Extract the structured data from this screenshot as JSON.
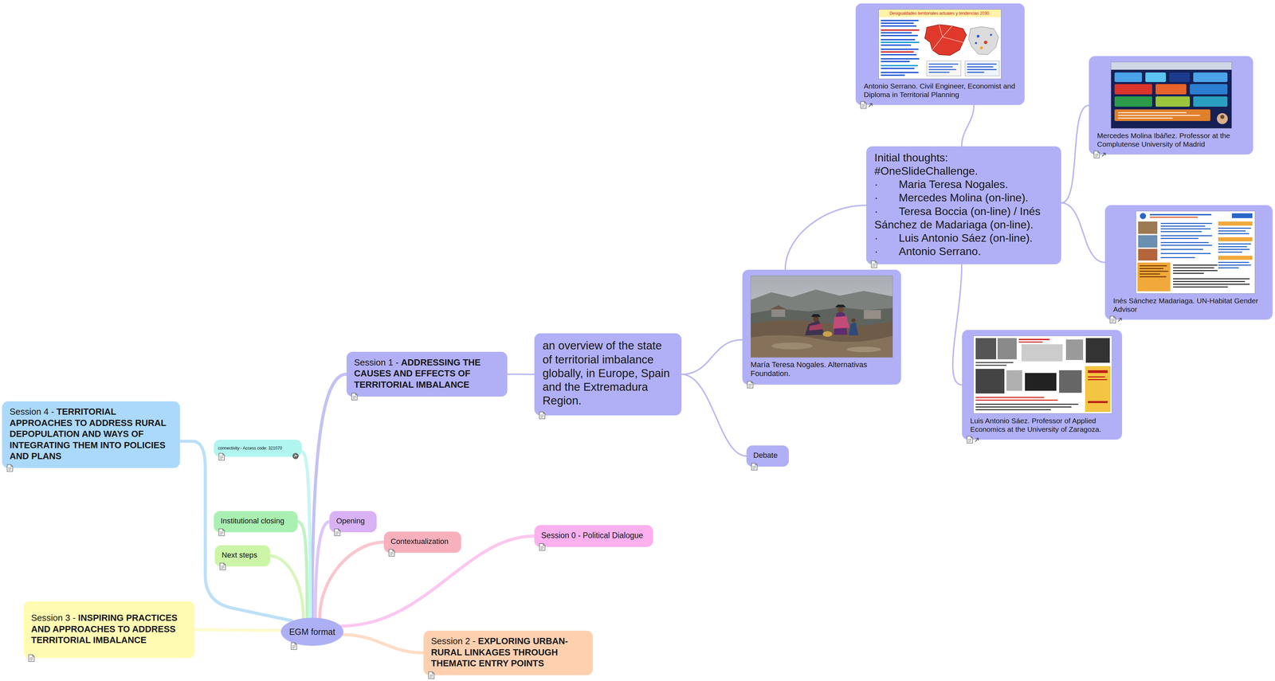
{
  "diagram": {
    "nodes": [
      {
        "text": [
          "EGM format"
        ]
      },
      {
        "text": [
          "Session 1 -",
          "ADDRESSING THE CAUSES AND EFFECTS OF TERRITORIAL IMBALANCE"
        ]
      },
      {
        "text": [
          "an overview of the state of territorial imbalance globally, in Europe, Spain and the Extremadura Region."
        ]
      },
      {
        "text": [
          "María Teresa Nogales. Alternativas Foundation."
        ]
      },
      {
        "text": [
          "Initial thoughts: #OneSlideChallenge.",
          "·\tMaria Teresa Nogales.",
          "·\tMercedes Molina (on-line).",
          "·\tTeresa Boccia (on-line) / Inés Sánchez de Madariaga (on-line).",
          "·\tLuis Antonio Sáez (on-line).",
          "·\tAntonio Serrano."
        ]
      },
      {
        "text": [
          "Antonio Serrano. Civil Engineer, Economist and Diploma in Territorial Planning"
        ]
      },
      {
        "text": [
          "Mercedes Molina Ibáñez. Professor at the Complutense University of Madrid"
        ]
      },
      {
        "text": [
          "Inés Sánchez Madariaga. UN-Habitat Gender Advisor"
        ]
      },
      {
        "text": [
          "Luis Antonio Sáez. Professor of Applied Economics at the University of Zaragoza."
        ]
      },
      {
        "text": [
          "Debate"
        ]
      },
      {
        "text": [
          "Session 0 - Political Dialogue"
        ]
      },
      {
        "text": [
          "Opening"
        ]
      },
      {
        "text": [
          "Contextualization"
        ]
      },
      {
        "text": [
          "connectivity - Access code: 321070"
        ]
      },
      {
        "text": [
          "Institutional closing"
        ]
      },
      {
        "text": [
          "Next steps"
        ]
      },
      {
        "text": [
          "Session 4 -",
          "TERRITORIAL APPROACHES TO ADDRESS RURAL DEPOPULATION AND WAYS OF INTEGRATING THEM INTO POLICIES AND PLANS"
        ]
      },
      {
        "text": [
          "Session 3 -",
          "INSPIRING PRACTICES AND APPROACHES TO ADDRESS TERRITORIAL IMBALANCE"
        ]
      },
      {
        "text": [
          "Session 2 -",
          "EXPLORING URBAN-RURAL LINKAGES THROUGH THEMATIC ENTRY POINTS"
        ]
      }
    ],
    "edges": [
      {
        "from": 0,
        "to": 1,
        "arrow": "none"
      },
      {
        "from": 1,
        "to": 2,
        "arrow": "none"
      },
      {
        "from": 2,
        "to": 3,
        "arrow": "none"
      },
      {
        "from": 3,
        "to": 4,
        "arrow": "none"
      },
      {
        "from": 4,
        "to": 5,
        "arrow": "none"
      },
      {
        "from": 4,
        "to": 6,
        "arrow": "none"
      },
      {
        "from": 4,
        "to": 7,
        "arrow": "none"
      },
      {
        "from": 4,
        "to": 8,
        "arrow": "none"
      },
      {
        "from": 2,
        "to": 9,
        "arrow": "none"
      },
      {
        "from": 0,
        "to": 10,
        "arrow": "none"
      },
      {
        "from": 0,
        "to": 11,
        "arrow": "none"
      },
      {
        "from": 0,
        "to": 12,
        "arrow": "none"
      },
      {
        "from": 0,
        "to": 13,
        "arrow": "none"
      },
      {
        "from": 0,
        "to": 14,
        "arrow": "none"
      },
      {
        "from": 0,
        "to": 15,
        "arrow": "none"
      },
      {
        "from": 0,
        "to": 16,
        "arrow": "none"
      },
      {
        "from": 0,
        "to": 17,
        "arrow": "none"
      },
      {
        "from": 0,
        "to": 18,
        "arrow": "none"
      }
    ],
    "labels": [
      "Desigualdades territoriales actuales y tendencias 2030."
    ]
  }
}
